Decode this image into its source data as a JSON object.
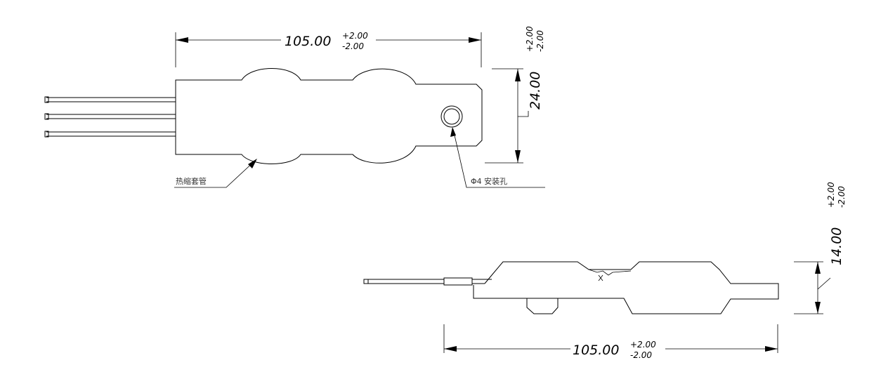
{
  "top_view": {
    "length_dim": {
      "value": "105.00",
      "tol_plus": "+2.00",
      "tol_minus": "-2.00"
    },
    "width_dim": {
      "value": "24.00",
      "tol_plus": "+2.00",
      "tol_minus": "-2.00"
    },
    "callout_sleeve": "热缩套管",
    "callout_hole": "Φ4 安装孔"
  },
  "side_view": {
    "length_dim": {
      "value": "105.00",
      "tol_plus": "+2.00",
      "tol_minus": "-2.00"
    },
    "height_dim": {
      "value": "14.00",
      "tol_plus": "+2.00",
      "tol_minus": "-2.00"
    }
  }
}
